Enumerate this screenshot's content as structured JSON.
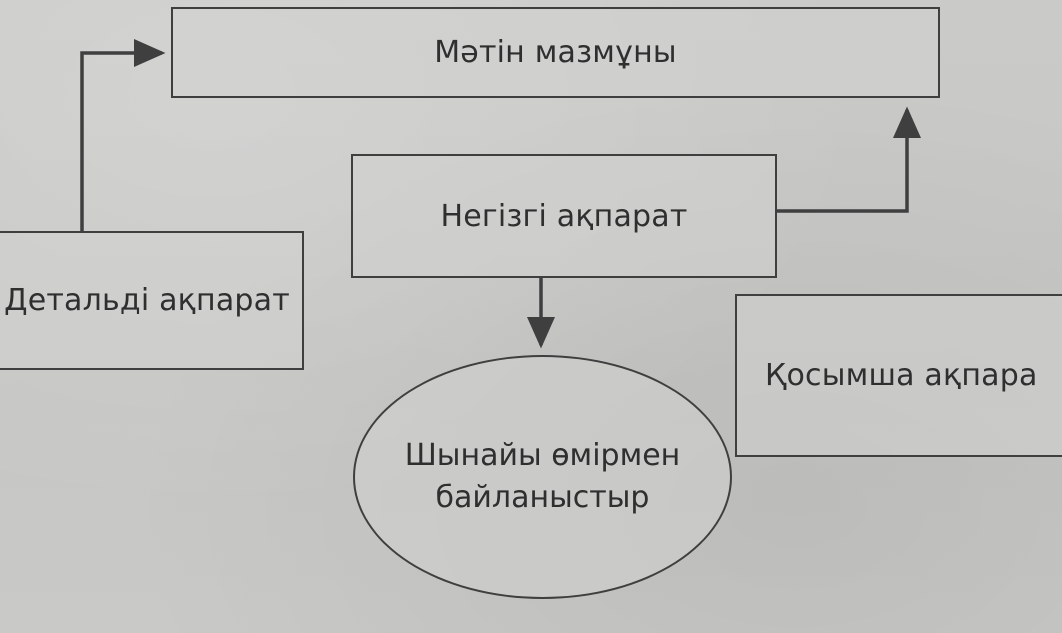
{
  "nodes": {
    "content": "Мәтін мазмұны",
    "main": "Негізгі ақпарат",
    "detail": "Детальді ақпарат",
    "extra": "Қосымша ақпара",
    "real_life_line1": "Шынайы өмірмен",
    "real_life_line2": "байланыстыр"
  },
  "edges": [
    {
      "from": "detail",
      "to": "content"
    },
    {
      "from": "main",
      "to": "content"
    },
    {
      "from": "main",
      "to": "real_life"
    }
  ],
  "colors": {
    "background": "#c8c8c6",
    "stroke": "#3f3f3f",
    "text": "#2f2f2f"
  }
}
